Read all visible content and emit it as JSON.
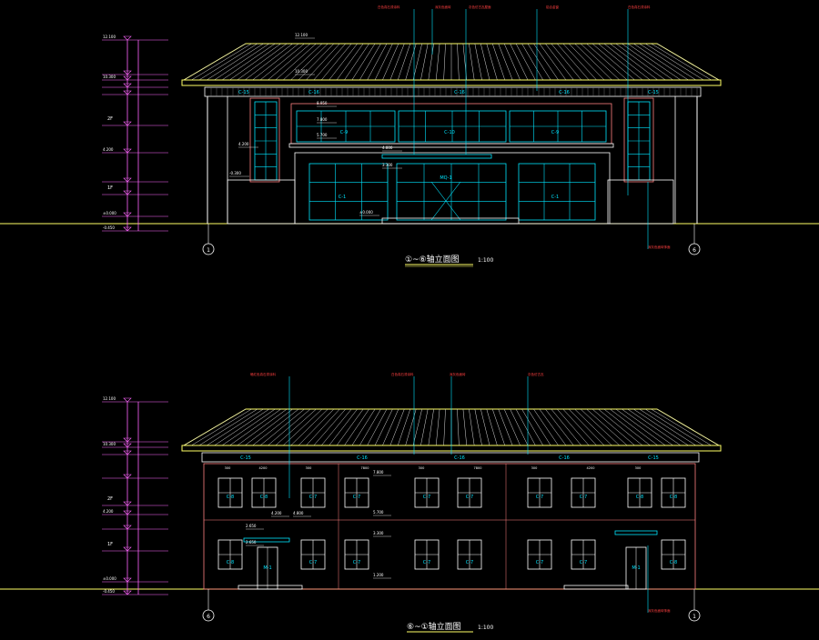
{
  "colors": {
    "background": "#000000",
    "outline": "#ffffff",
    "roof": "#ffff66",
    "glass": "#00e5ff",
    "leader": "#00e5ff",
    "annotation": "#ff4040",
    "frame": "#ff8080",
    "dim": "#ff66ff",
    "title": "#ffffff"
  },
  "top_view": {
    "title": "①~⑥轴立面图",
    "scale": "1:100",
    "axis_left": "1",
    "axis_right": "6",
    "level_labels": [
      "12.100",
      "10.300",
      "4.200",
      "±0.000",
      "-0.450"
    ],
    "floor_labels": [
      "2F",
      "1F"
    ],
    "elev_marks": [
      "12.100",
      "10.300",
      "8.950",
      "7.800",
      "5.700",
      "4.200",
      "4.800",
      "3.300",
      "-0.300",
      "±0.000"
    ],
    "window_tags": [
      "C-15",
      "C-16",
      "C-16",
      "C-16",
      "C-15",
      "C-9",
      "C-10",
      "C-9",
      "C-1",
      "MQ-1",
      "C-1"
    ],
    "notes": [
      "白色真石漆涂料",
      "深灰色面砖",
      "灰色仿古瓦屋面",
      "铝合金窗",
      "白色真石漆涂料",
      "深灰色面砖饰面"
    ]
  },
  "bottom_view": {
    "title": "⑥~①轴立面图",
    "scale": "1:100",
    "axis_left": "6",
    "axis_right": "1",
    "level_labels": [
      "12.100",
      "10.300",
      "4.200",
      "±0.000",
      "-0.450"
    ],
    "floor_labels": [
      "2F",
      "1F"
    ],
    "elev_marks": [
      "7.800",
      "5.700",
      "4.200",
      "4.800",
      "3.300",
      "1.200",
      "2.650",
      "2.650"
    ],
    "dim_labels": [
      "300",
      "4200",
      "300",
      "7800",
      "300",
      "7800",
      "300",
      "4200",
      "300"
    ],
    "window_tags_upper": [
      "C-8",
      "C-8",
      "C-7",
      "C-7",
      "C-7",
      "C-7",
      "C-7",
      "C-7",
      "C-8",
      "C-8"
    ],
    "window_tags_lower": [
      "C-8",
      "M-1",
      "C-7",
      "C-7",
      "C-7",
      "C-7",
      "C-7",
      "C-7",
      "M-1",
      "C-8"
    ],
    "roof_tags": [
      "C-15",
      "C-16",
      "C-16",
      "C-16",
      "C-15"
    ],
    "notes": [
      "暗红色真石漆涂料",
      "白色真石漆涂料",
      "深灰色面砖",
      "灰色仿古瓦",
      "深灰色面砖饰面"
    ]
  }
}
